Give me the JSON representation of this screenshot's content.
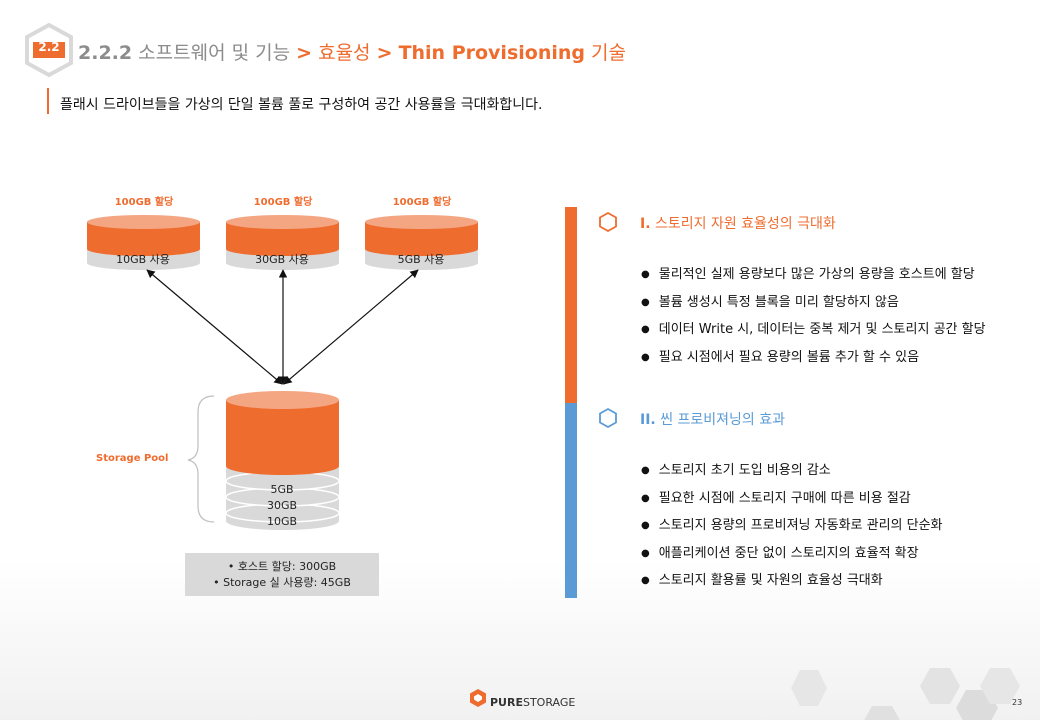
{
  "header": {
    "badge": "2.2",
    "section": "2.2.2",
    "title_part1": "소프트웨어 및 기능",
    "sep1": ">",
    "title_part2": "효율성",
    "sep2": ">",
    "title_part3_en": "Thin Provisioning",
    "title_part3_ko": "기술",
    "subtitle": "플래시 드라이브들을 가상의 단일 볼륨 풀로 구성하여 공간 사용률을 극대화합니다."
  },
  "diagram": {
    "volumes": [
      {
        "alloc": "100GB 할당",
        "used": "10GB 사용"
      },
      {
        "alloc": "100GB 할당",
        "used": "30GB 사용"
      },
      {
        "alloc": "100GB 할당",
        "used": "5GB 사용"
      }
    ],
    "pool_label": "Storage  Pool",
    "pool_segments": [
      "5GB",
      "30GB",
      "10GB"
    ],
    "summary": [
      "호스트 할당: 300GB",
      "Storage 실 사용량: 45GB"
    ]
  },
  "panel": {
    "section1": {
      "num": "I.",
      "title": "스토리지 자원 효율성의 극대화",
      "items": [
        "물리적인 실제 용량보다 많은 가상의 용량을 호스트에 할당",
        "볼륨 생성시 특정 블록을 미리 할당하지 않음",
        "데이터 Write 시, 데이터는 중복 제거 및 스토리지 공간 할당",
        "필요 시점에서 필요 용량의 볼륨 추가 할 수 있음"
      ]
    },
    "section2": {
      "num": "II.",
      "title": "씬 프로비져닝의 효과",
      "items": [
        "스토리지 초기 도입 비용의 감소",
        "필요한 시점에 스토리지 구매에 따른 비용 절감",
        "스토리지 용량의 프로비져닝 자동화로 관리의 단순화",
        "애플리케이션 중단 없이 스토리지의 효율적 확장",
        "스토리지 활용률 및 자원의 효율성 극대화"
      ]
    }
  },
  "footer": {
    "logo_bold": "PURE",
    "logo_light": "STORAGE",
    "page": "23"
  },
  "colors": {
    "accent": "#ef6c2f",
    "accent_light": "#f4a582",
    "blue": "#5b9bd5",
    "gray_cyl": "#d9d9d9"
  }
}
